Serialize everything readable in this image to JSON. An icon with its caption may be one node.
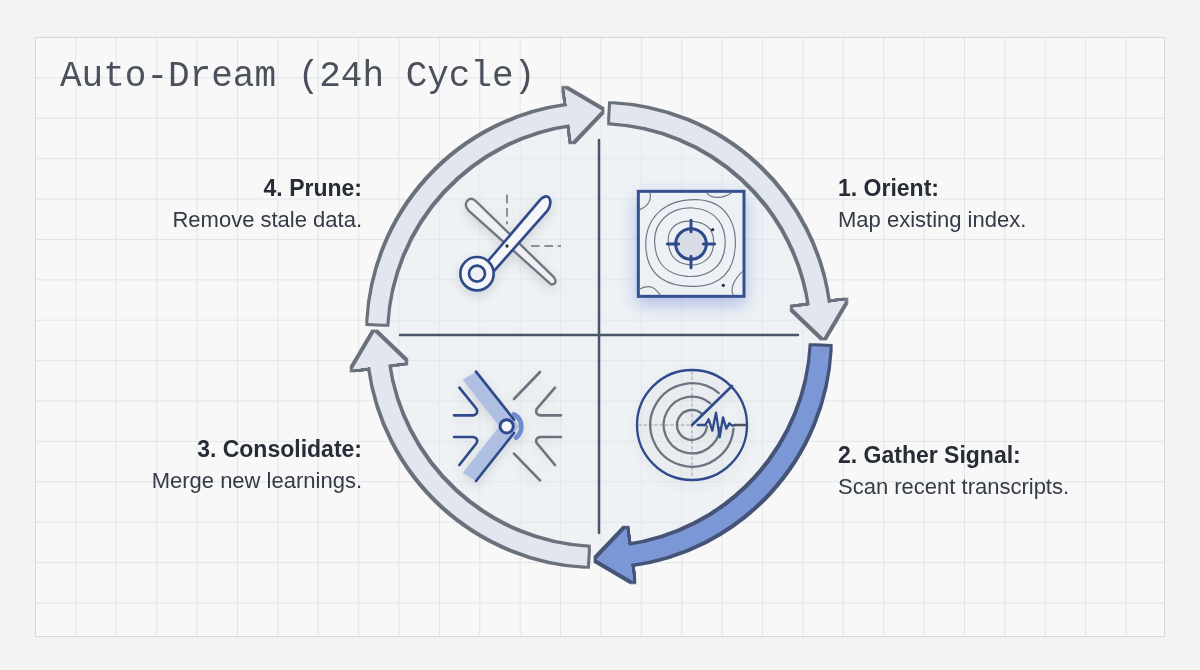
{
  "diagram": {
    "title": "Auto-Dream (24h Cycle)",
    "nodes": [
      {
        "text": [
          "1. Orient:",
          "Map existing index."
        ]
      },
      {
        "text": [
          "2. Gather Signal:",
          "Scan recent transcripts."
        ]
      },
      {
        "text": [
          "3. Consolidate:",
          "Merge new learnings."
        ]
      },
      {
        "text": [
          "4. Prune:",
          "Remove stale data."
        ]
      }
    ],
    "edges": [
      {
        "from": 0,
        "to": 1,
        "arrow": "to"
      },
      {
        "from": 1,
        "to": 2,
        "arrow": "to",
        "color": "#7b97d6"
      },
      {
        "from": 2,
        "to": 3,
        "arrow": "to"
      },
      {
        "from": 3,
        "to": 0,
        "arrow": "to"
      }
    ]
  }
}
